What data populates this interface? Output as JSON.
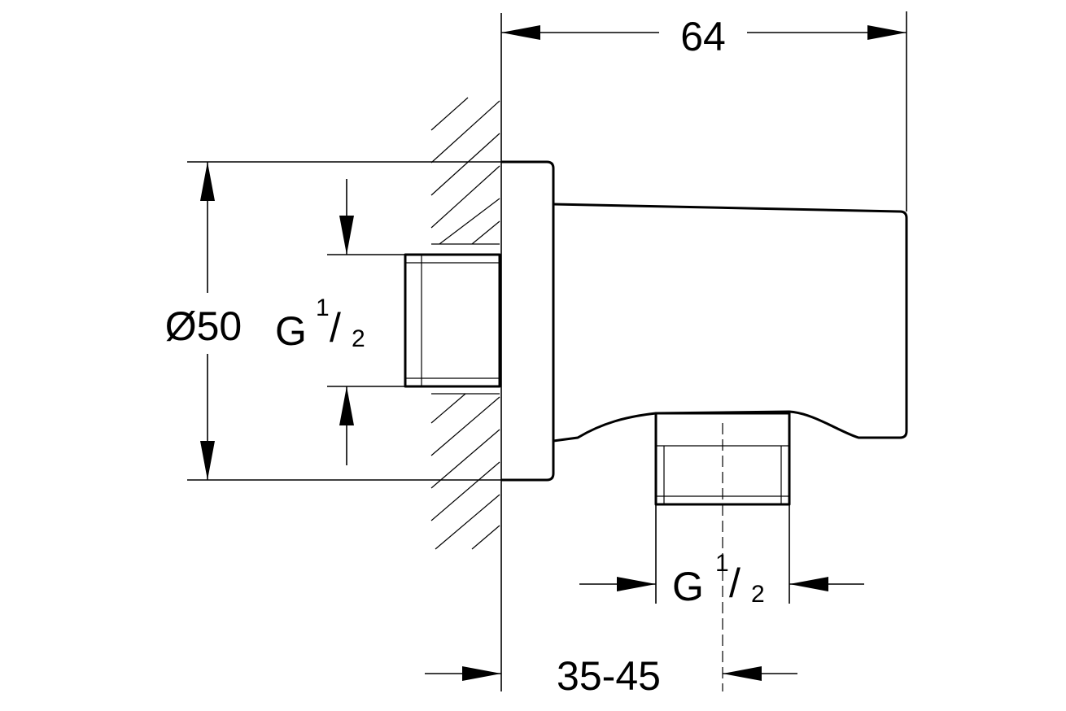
{
  "dimensions": {
    "width_label": "64",
    "diameter_label": "Ø50",
    "inlet_thread": {
      "main": "G",
      "numerator": "1",
      "slash": "/",
      "denominator": "2"
    },
    "outlet_thread": {
      "main": "G",
      "numerator": "1",
      "slash": "/",
      "denominator": "2"
    },
    "wall_offset_label": "35-45"
  }
}
